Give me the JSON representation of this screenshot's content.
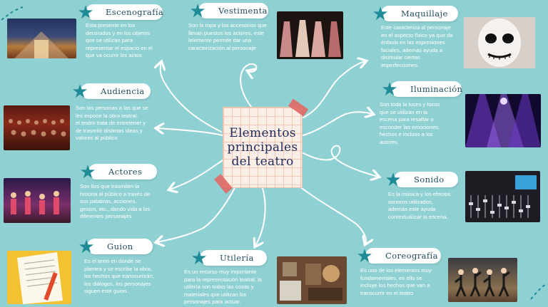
{
  "center": {
    "title_lines": [
      "Elementos",
      "principales",
      "del teatro"
    ]
  },
  "nodes": {
    "escenografia": {
      "label": "Escenografía",
      "lines": [
        "Esta presente en los",
        "decorados y en los objetos",
        "que se utilizan para",
        "representar el espacio en el",
        "que va ocurrir los actos"
      ]
    },
    "vestimenta": {
      "label": "Vestimenta",
      "lines": [
        "Son la ropa y los accesorios que",
        "llevan puestos los actores, este",
        "lelemente permite dar una",
        "caracterización al personaje"
      ]
    },
    "maquillaje": {
      "label": "Maquillaje",
      "lines": [
        "Este caracteriza al personaje",
        "en el aspecto físico ya que da",
        "énfasis en las expresiones",
        "faciales, además ayuda a",
        "disimular ciertas",
        "imperfecciones."
      ]
    },
    "audiencia": {
      "label": "Audiencia",
      "lines": [
        "Son las personas a las que se",
        "les expone la obra teatral.",
        "el teatro trata de entretener y",
        "de trasmitir distintas ideas y",
        "valores al público"
      ]
    },
    "iluminacion": {
      "label": "Iluminación",
      "lines": [
        "Son toda la luces y focos",
        "que se utilizan en la",
        "escena para resaltar o",
        "esconder las emociones,",
        "hechos e incluso a los",
        "actores"
      ]
    },
    "actores": {
      "label": "Actores",
      "lines": [
        "Son llos que trasmiten la",
        "historia al público a través de",
        "sus palabras, acciones,",
        "gestos, etc., dando vida a los",
        "diferentes personajes"
      ]
    },
    "sonido": {
      "label": "Sonido",
      "lines": [
        "Es la música y los efectos",
        "sonoros utilizados,",
        "además este ayuda",
        "contextualizar la escena."
      ]
    },
    "guion": {
      "label": "Guion",
      "lines": [
        "Es el texto en donde se",
        "plantea y se escribe la obra,",
        "los hechos que transcurrirán,",
        "los diálogos, los personajes",
        "siguen este guion."
      ]
    },
    "utileria": {
      "label": "Utilería",
      "lines": [
        "Es un recurso muy importante",
        "para la representación teatral, la",
        "utilería son todas las cosas y",
        "materiales que utilizan los",
        "personajes para actuar."
      ]
    },
    "coreografia": {
      "label": "Coreografía",
      "lines": [
        "Es uno de los elementos muy",
        "fundamentales, en ello se",
        "incluye los hechos que van a",
        "transcurrir en el teatro"
      ]
    }
  },
  "colors": {
    "background": "#8fd0d2",
    "star": "#1f8b97",
    "title": "#1f2b5a",
    "tape": "#e06a66"
  },
  "icons": {
    "node_marker": "star-icon"
  }
}
